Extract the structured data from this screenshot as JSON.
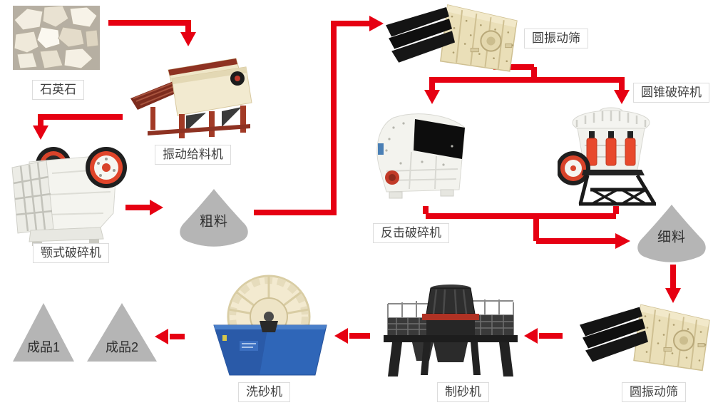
{
  "flow": {
    "nodes": {
      "quartz": {
        "label": "石英石",
        "type": "raw-material-photo"
      },
      "feeder": {
        "label": "振动给料机",
        "type": "machine"
      },
      "jaw_crusher": {
        "label": "颚式破碎机",
        "type": "machine"
      },
      "coarse_material": {
        "label": "粗料",
        "type": "material-pile"
      },
      "vibrating_screen_top": {
        "label": "圆振动筛",
        "type": "machine"
      },
      "impact_crusher": {
        "label": "反击破碎机",
        "type": "machine"
      },
      "cone_crusher": {
        "label": "圆锥破碎机",
        "type": "machine"
      },
      "fine_material": {
        "label": "细料",
        "type": "material-pile"
      },
      "vibrating_screen_bottom": {
        "label": "圆振动筛",
        "type": "machine"
      },
      "sand_maker": {
        "label": "制砂机",
        "type": "machine"
      },
      "sand_washer": {
        "label": "洗砂机",
        "type": "machine"
      },
      "product_1": {
        "label": "成品1",
        "type": "finished-product"
      },
      "product_2": {
        "label": "成品2",
        "type": "finished-product"
      }
    },
    "edges": [
      {
        "from": "quartz",
        "to": "feeder"
      },
      {
        "from": "feeder",
        "to": "jaw_crusher"
      },
      {
        "from": "jaw_crusher",
        "to": "coarse_material"
      },
      {
        "from": "coarse_material",
        "to": "vibrating_screen_top"
      },
      {
        "from": "vibrating_screen_top",
        "to": "impact_crusher"
      },
      {
        "from": "vibrating_screen_top",
        "to": "cone_crusher"
      },
      {
        "from": "impact_crusher",
        "to": "fine_material"
      },
      {
        "from": "cone_crusher",
        "to": "fine_material"
      },
      {
        "from": "fine_material",
        "to": "vibrating_screen_bottom"
      },
      {
        "from": "vibrating_screen_bottom",
        "to": "sand_maker"
      },
      {
        "from": "sand_maker",
        "to": "sand_washer"
      },
      {
        "from": "sand_washer",
        "to": "product_1"
      },
      {
        "from": "sand_washer",
        "to": "product_2"
      }
    ]
  },
  "colors": {
    "arrow_red": "#e60012",
    "pile_gray": "#b5b5b5",
    "label_border": "#dcdcdc",
    "label_text": "#3f3f3f"
  }
}
